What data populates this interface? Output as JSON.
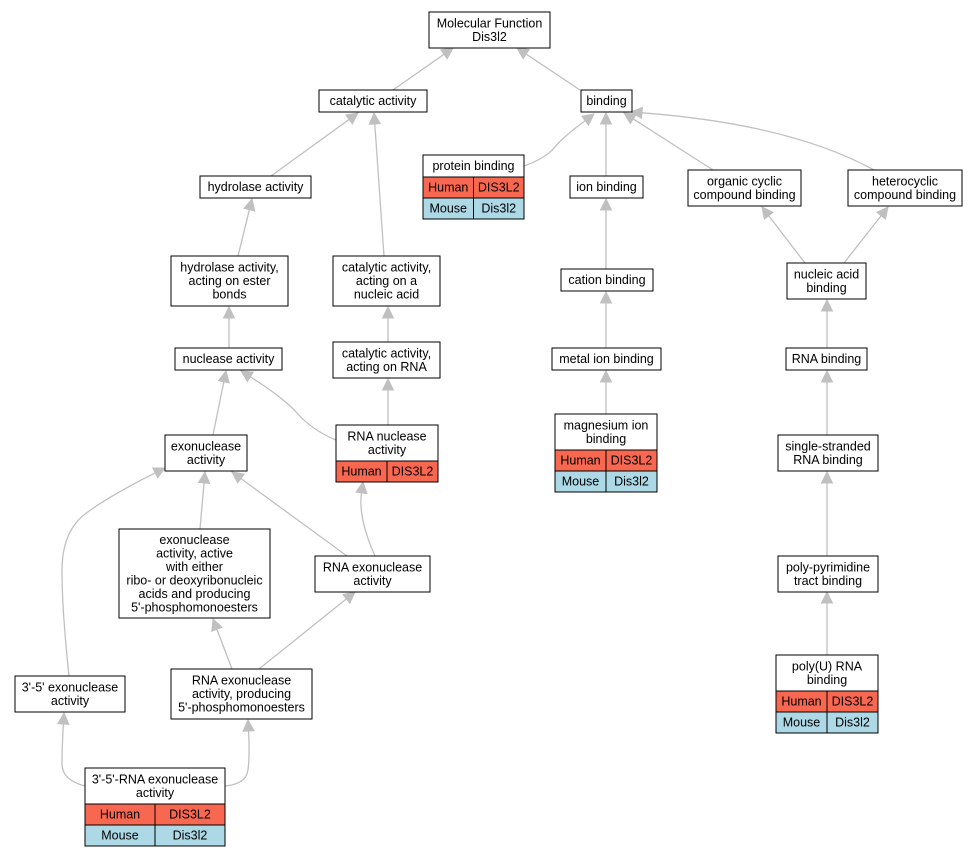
{
  "colors": {
    "edge": "#c0c0c0",
    "node_border": "#000000",
    "node_fill": "#ffffff",
    "human_fill": "#f8674f",
    "mouse_fill": "#add8e6"
  },
  "nodes": [
    {
      "id": "mf",
      "lines": [
        "Molecular Function",
        "Dis3l2"
      ]
    },
    {
      "id": "catalytic",
      "lines": [
        "catalytic activity"
      ]
    },
    {
      "id": "binding",
      "lines": [
        "binding"
      ]
    },
    {
      "id": "protein_binding",
      "lines": [
        "protein binding"
      ],
      "orthologs": {
        "human": [
          "Human",
          "DIS3L2"
        ],
        "mouse": [
          "Mouse",
          "Dis3l2"
        ]
      }
    },
    {
      "id": "ion_binding",
      "lines": [
        "ion binding"
      ]
    },
    {
      "id": "organic_cyclic",
      "lines": [
        "organic cyclic",
        "compound binding"
      ]
    },
    {
      "id": "heterocyclic",
      "lines": [
        "heterocyclic",
        "compound binding"
      ]
    },
    {
      "id": "hydrolase",
      "lines": [
        "hydrolase activity"
      ]
    },
    {
      "id": "hydrolase_ester",
      "lines": [
        "hydrolase activity,",
        "acting on ester",
        "bonds"
      ]
    },
    {
      "id": "cat_nucleic",
      "lines": [
        "catalytic activity,",
        "acting on a",
        "nucleic acid"
      ]
    },
    {
      "id": "cation_binding",
      "lines": [
        "cation binding"
      ]
    },
    {
      "id": "nucleic_acid_binding",
      "lines": [
        "nucleic acid",
        "binding"
      ]
    },
    {
      "id": "nuclease",
      "lines": [
        "nuclease activity"
      ]
    },
    {
      "id": "cat_rna",
      "lines": [
        "catalytic activity,",
        "acting on RNA"
      ]
    },
    {
      "id": "metal_ion",
      "lines": [
        "metal ion binding"
      ]
    },
    {
      "id": "rna_binding",
      "lines": [
        "RNA binding"
      ]
    },
    {
      "id": "rna_nuclease",
      "lines": [
        "RNA nuclease",
        "activity"
      ],
      "orthologs": {
        "human": [
          "Human",
          "DIS3L2"
        ]
      }
    },
    {
      "id": "magnesium",
      "lines": [
        "magnesium ion",
        "binding"
      ],
      "orthologs": {
        "human": [
          "Human",
          "DIS3L2"
        ],
        "mouse": [
          "Mouse",
          "Dis3l2"
        ]
      }
    },
    {
      "id": "exonuclease",
      "lines": [
        "exonuclease",
        "activity"
      ]
    },
    {
      "id": "ss_rna_binding",
      "lines": [
        "single-stranded",
        "RNA binding"
      ]
    },
    {
      "id": "exo_active",
      "lines": [
        "exonuclease",
        "activity, active",
        "with either",
        "ribo- or deoxyribonucleic",
        "acids and producing",
        "5'-phosphomonoesters"
      ]
    },
    {
      "id": "rna_exo",
      "lines": [
        "RNA exonuclease",
        "activity"
      ]
    },
    {
      "id": "polypyr",
      "lines": [
        "poly-pyrimidine",
        "tract binding"
      ]
    },
    {
      "id": "exo_35",
      "lines": [
        "3'-5' exonuclease",
        "activity"
      ]
    },
    {
      "id": "rna_exo_5p",
      "lines": [
        "RNA exonuclease",
        "activity, producing",
        "5'-phosphomonoesters"
      ]
    },
    {
      "id": "polyu",
      "lines": [
        "poly(U) RNA",
        "binding"
      ],
      "orthologs": {
        "human": [
          "Human",
          "DIS3L2"
        ],
        "mouse": [
          "Mouse",
          "Dis3l2"
        ]
      }
    },
    {
      "id": "rna_exo_35",
      "lines": [
        "3'-5'-RNA exonuclease",
        "activity"
      ],
      "orthologs": {
        "human": [
          "Human",
          "DIS3L2"
        ],
        "mouse": [
          "Mouse",
          "Dis3l2"
        ]
      }
    }
  ],
  "edges": [
    {
      "from": "catalytic",
      "to": "mf"
    },
    {
      "from": "binding",
      "to": "mf"
    },
    {
      "from": "protein_binding",
      "to": "binding"
    },
    {
      "from": "ion_binding",
      "to": "binding"
    },
    {
      "from": "organic_cyclic",
      "to": "binding"
    },
    {
      "from": "heterocyclic",
      "to": "binding"
    },
    {
      "from": "hydrolase",
      "to": "catalytic"
    },
    {
      "from": "cat_nucleic",
      "to": "catalytic"
    },
    {
      "from": "hydrolase_ester",
      "to": "hydrolase"
    },
    {
      "from": "cat_rna",
      "to": "cat_nucleic"
    },
    {
      "from": "cation_binding",
      "to": "ion_binding"
    },
    {
      "from": "nucleic_acid_binding",
      "to": "organic_cyclic"
    },
    {
      "from": "nucleic_acid_binding",
      "to": "heterocyclic"
    },
    {
      "from": "nuclease",
      "to": "hydrolase_ester"
    },
    {
      "from": "metal_ion",
      "to": "cation_binding"
    },
    {
      "from": "rna_binding",
      "to": "nucleic_acid_binding"
    },
    {
      "from": "rna_nuclease",
      "to": "cat_rna"
    },
    {
      "from": "rna_nuclease",
      "to": "nuclease"
    },
    {
      "from": "magnesium",
      "to": "metal_ion"
    },
    {
      "from": "exonuclease",
      "to": "nuclease"
    },
    {
      "from": "ss_rna_binding",
      "to": "rna_binding"
    },
    {
      "from": "exo_active",
      "to": "exonuclease"
    },
    {
      "from": "rna_exo",
      "to": "exonuclease"
    },
    {
      "from": "rna_exo",
      "to": "rna_nuclease"
    },
    {
      "from": "polypyr",
      "to": "ss_rna_binding"
    },
    {
      "from": "exo_35",
      "to": "exonuclease"
    },
    {
      "from": "rna_exo_5p",
      "to": "exo_active"
    },
    {
      "from": "rna_exo_5p",
      "to": "rna_exo"
    },
    {
      "from": "polyu",
      "to": "polypyr"
    },
    {
      "from": "rna_exo_35",
      "to": "exo_35"
    },
    {
      "from": "rna_exo_35",
      "to": "rna_exo_5p"
    }
  ]
}
